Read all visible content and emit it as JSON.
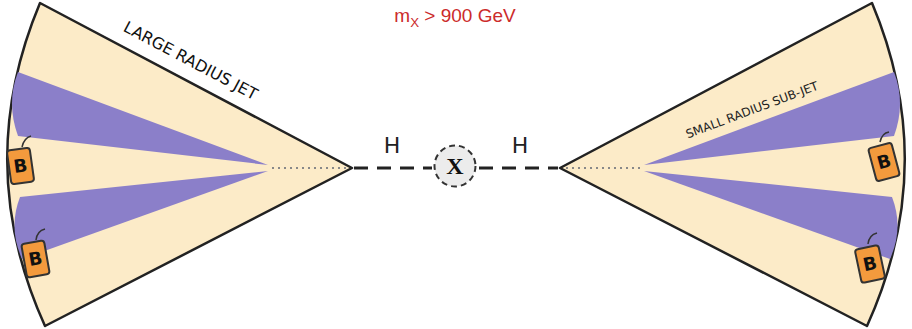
{
  "diagram": {
    "nodes": [
      {
        "text": [
          "B"
        ]
      },
      {
        "text": [
          "B"
        ]
      },
      {
        "text": [
          "X"
        ]
      },
      {
        "text": [
          "B"
        ]
      },
      {
        "text": [
          "B"
        ]
      }
    ],
    "labels": [
      "mX > 900 GeV",
      "LARGE RADIUS JET",
      "H",
      "H",
      "SMALL RADIUS SUB-JET"
    ]
  }
}
